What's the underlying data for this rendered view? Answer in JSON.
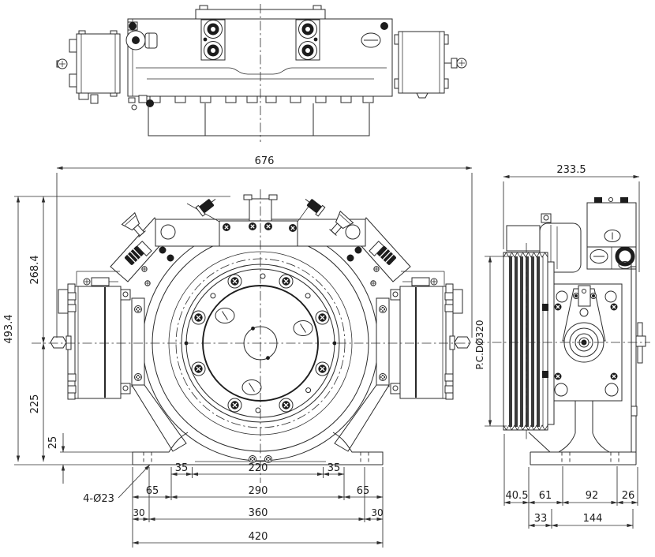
{
  "front_view": {
    "dim_overall_width": "676",
    "dim_overall_height": "493.4",
    "dim_top_to_center": "268.4",
    "dim_center_to_base": "225",
    "dim_foot_pad_height": "25",
    "dim_rail_offset_left": "35",
    "dim_rail_span": "220",
    "dim_rail_offset_right": "35",
    "dim_foot_offset_left": "65",
    "dim_foot_span": "290",
    "dim_foot_offset_right": "65",
    "dim_hole_margin_left": "30",
    "dim_hole_span": "360",
    "dim_hole_margin_right": "30",
    "dim_base_width": "420",
    "label_mounting_holes": "4-Ø23"
  },
  "side_view": {
    "dim_overall_depth": "233.5",
    "label_sheave_pitch_diameter": "P.C.DØ320",
    "dim_sheave_to_base": "40.5",
    "dim_base_to_hole": "61",
    "dim_hole_span": "92",
    "dim_hole_to_edge": "26",
    "dim_edge_to_web": "33",
    "dim_web_span": "144"
  }
}
